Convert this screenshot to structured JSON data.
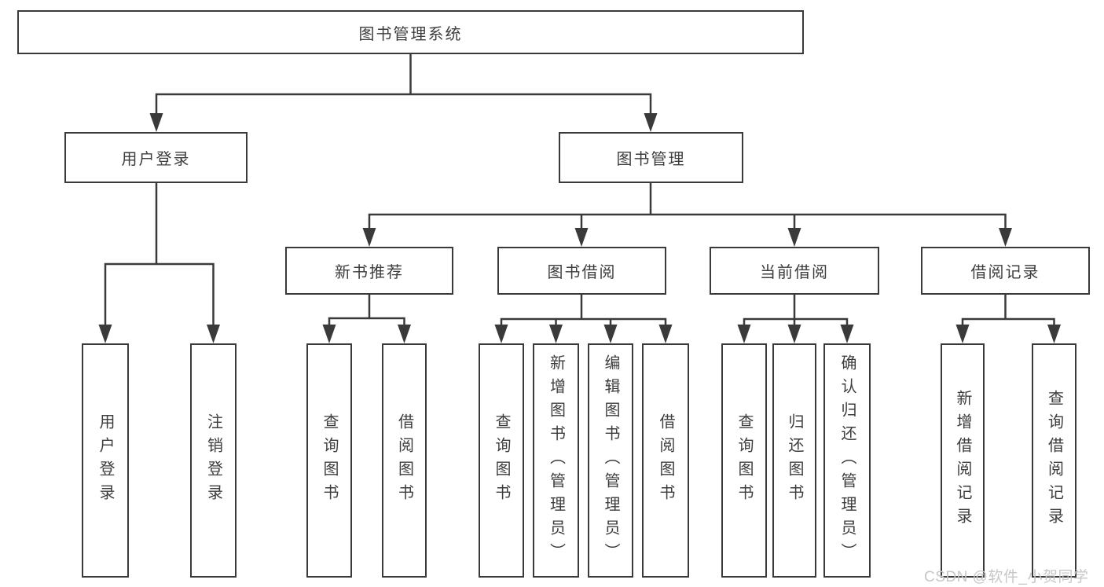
{
  "diagram_type": "tree",
  "tree": {
    "label": "图书管理系统",
    "children": [
      {
        "label": "用户登录",
        "children": [
          {
            "label": "用户登录"
          },
          {
            "label": "注销登录"
          }
        ]
      },
      {
        "label": "图书管理",
        "children": [
          {
            "label": "新书推荐",
            "children": [
              {
                "label": "查询图书"
              },
              {
                "label": "借阅图书"
              }
            ]
          },
          {
            "label": "图书借阅",
            "children": [
              {
                "label": "查询图书"
              },
              {
                "label": "新增图书（管理员）"
              },
              {
                "label": "编辑图书（管理员）"
              },
              {
                "label": "借阅图书"
              }
            ]
          },
          {
            "label": "当前借阅",
            "children": [
              {
                "label": "查询图书"
              },
              {
                "label": "归还图书"
              },
              {
                "label": "确认归还（管理员）"
              }
            ]
          },
          {
            "label": "借阅记录",
            "children": [
              {
                "label": "新增借阅记录"
              },
              {
                "label": "查询借阅记录"
              }
            ]
          }
        ]
      }
    ]
  },
  "watermark": "CSDN @软件_小贺同学",
  "colors": {
    "line": "#3a3a3a",
    "box_border": "#3a3a3a",
    "text": "#3d3d3d",
    "watermark": "#c7c7c7",
    "background": "#ffffff"
  }
}
